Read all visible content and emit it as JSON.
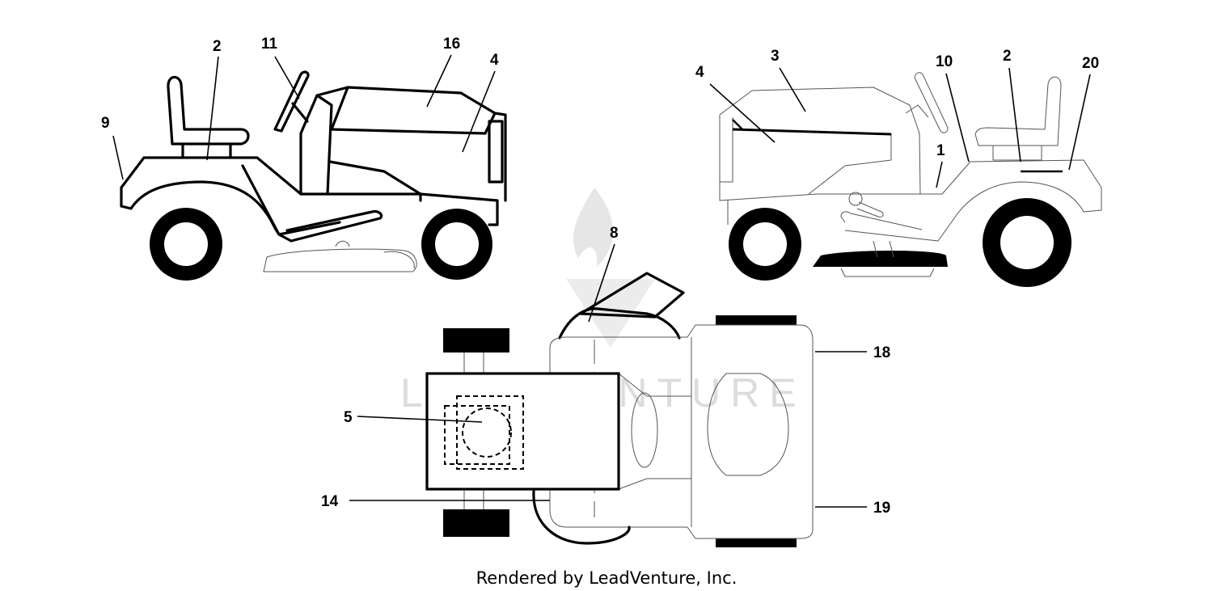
{
  "watermark": {
    "text": "LEADVENTURE"
  },
  "credit": "Rendered by LeadVenture, Inc.",
  "callouts": {
    "left_view": {
      "c9": "9",
      "c2": "2",
      "c11": "11",
      "c16": "16",
      "c4": "4"
    },
    "right_view": {
      "c4": "4",
      "c3": "3",
      "c10": "10",
      "c2": "2",
      "c20": "20",
      "c1": "1"
    },
    "top_view": {
      "c8": "8",
      "c18": "18",
      "c5": "5",
      "c14": "14",
      "c19": "19"
    }
  }
}
